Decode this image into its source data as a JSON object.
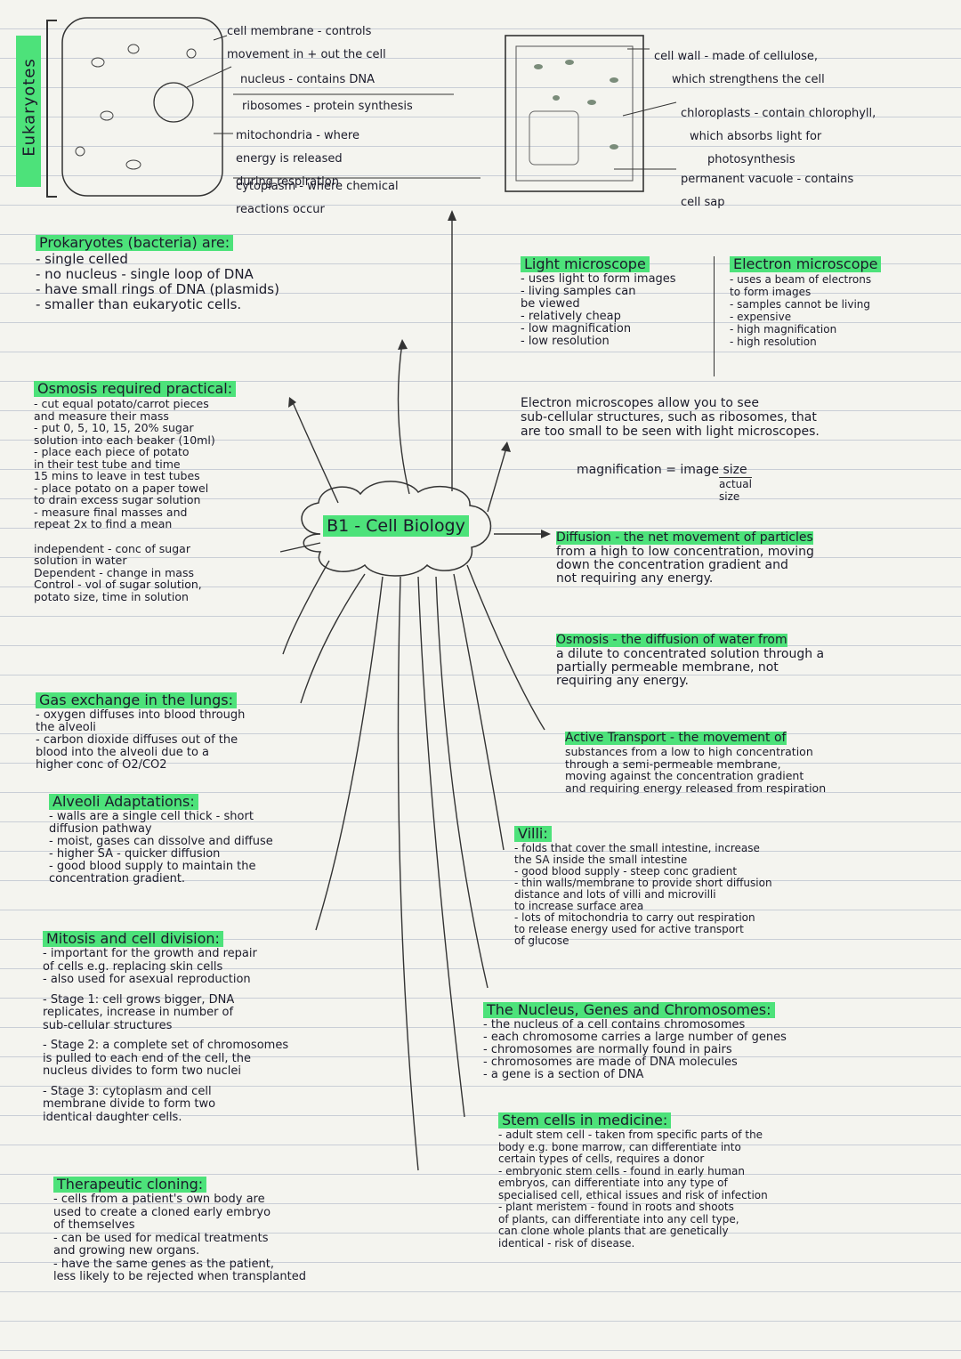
{
  "side_label": "Eukaryotes",
  "animal_cell_labels": [
    [
      "cell membrane - controls",
      "movement in + out the cell"
    ],
    [
      "nucleus - contains DNA"
    ],
    [
      "ribosomes - protein synthesis"
    ],
    [
      "mitochondria - where",
      "energy is released",
      "during respiration"
    ],
    [
      "cytoplasm - where chemical",
      "reactions occur"
    ]
  ],
  "plant_cell_labels": [
    [
      "cell wall - made of cellulose,",
      "which strengthens the cell"
    ],
    [
      "chloroplasts - contain chlorophyll,",
      "which absorbs light for",
      "photosynthesis"
    ],
    [
      "permanent vacuole - contains",
      "cell sap"
    ]
  ],
  "center_title": "B1 - Cell Biology",
  "prokaryotes": {
    "heading": "Prokaryotes (bacteria) are:",
    "lines": [
      "- single celled",
      "- no nucleus - single loop of DNA",
      "- have small rings of DNA (plasmids)",
      "- smaller than eukaryotic cells."
    ]
  },
  "light_microscope": {
    "heading": "Light microscope",
    "lines": [
      "- uses light to form images",
      "- living samples can",
      "  be viewed",
      "- relatively cheap",
      "- low magnification",
      "- low resolution"
    ]
  },
  "electron_microscope": {
    "heading": "Electron microscope",
    "lines": [
      "- uses a beam of electrons",
      "  to form images",
      "- samples cannot be living",
      "- expensive",
      "- high magnification",
      "- high resolution"
    ]
  },
  "electron_note": [
    "Electron microscopes allow you to see",
    "sub-cellular structures, such as ribosomes, that",
    "are too small to be seen with light microscopes."
  ],
  "magnification": {
    "label": "magnification = image size",
    "denominator": "actual size"
  },
  "osmosis_practical": {
    "heading": "Osmosis required practical:",
    "lines": [
      "- cut equal potato/carrot pieces",
      "  and measure their mass",
      "- put 0, 5, 10, 15, 20% sugar",
      "  solution into each beaker (10ml)",
      "- place each piece of potato",
      "  in their test tube and time",
      "  15 mins to leave in test tubes",
      "- place potato on a paper towel",
      "  to drain excess sugar solution",
      "- measure final masses and",
      "  repeat 2x to find a mean",
      "",
      "independent - conc of sugar",
      "  solution in water",
      "Dependent - change in mass",
      "Control - vol of sugar solution,",
      "  potato size, time in solution"
    ]
  },
  "diffusion": {
    "lines": [
      "Diffusion - the net movement of particles",
      "from a high to low concentration, moving",
      "down the concentration gradient and",
      "not requiring any energy."
    ]
  },
  "osmosis": {
    "lines": [
      "Osmosis - the diffusion of water from",
      "a dilute to concentrated solution through a",
      "partially permeable membrane, not",
      "requiring any energy."
    ]
  },
  "active_transport": {
    "lines": [
      "Active Transport - the movement of",
      "substances from a low to high concentration",
      "through a semi-permeable membrane,",
      "moving against the concentration gradient",
      "and requiring energy released from respiration"
    ]
  },
  "gas_exchange": {
    "heading": "Gas exchange in the lungs:",
    "lines": [
      "- oxygen diffuses into blood through",
      "  the alveoli",
      "- carbon dioxide diffuses out of the",
      "  blood into the alveoli due to a",
      "  higher conc of O2/CO2"
    ]
  },
  "alveoli": {
    "heading": "Alveoli Adaptations:",
    "lines": [
      "- walls are a single cell thick - short",
      "  diffusion pathway",
      "- moist, gases can dissolve and diffuse",
      "- higher SA - quicker diffusion",
      "- good blood supply to maintain the",
      "  concentration gradient."
    ]
  },
  "villi": {
    "heading": "Villi:",
    "lines": [
      "- folds that cover the small intestine, increase",
      "  the SA inside the small intestine",
      "- good blood supply - steep conc gradient",
      "- thin walls/membrane to provide short diffusion",
      "  distance and lots of villi and microvilli",
      "  to increase surface area",
      "- lots of mitochondria to carry out respiration",
      "  to release energy used for active transport",
      "  of glucose"
    ]
  },
  "mitosis": {
    "heading": "Mitosis and cell division:",
    "lines": [
      "- important for the growth and repair",
      "  of cells e.g. replacing skin cells",
      "- also used for asexual reproduction",
      "- Stage 1: cell grows bigger, DNA",
      "  replicates, increase in number of",
      "  sub-cellular structures",
      "- Stage 2: a complete set of chromosomes",
      "  is pulled to each end of the cell, the",
      "  nucleus divides to form two nuclei",
      "- Stage 3: cytoplasm and cell",
      "  membrane divide to form two",
      "  identical daughter cells."
    ]
  },
  "nucleus": {
    "heading": "The Nucleus, Genes and Chromosomes:",
    "lines": [
      "- the nucleus of a cell contains chromosomes",
      "- each chromosome carries a large number of genes",
      "- chromosomes are normally found in pairs",
      "- chromosomes are made of DNA molecules",
      "- a gene is a section of DNA"
    ]
  },
  "therapeutic": {
    "heading": "Therapeutic cloning:",
    "lines": [
      "- cells from a patient's own body are",
      "  used to create a cloned early embryo",
      "  of themselves",
      "- can be used for medical treatments",
      "  and growing new organs.",
      "- have the same genes as the patient,",
      "  less likely to be rejected when transplanted"
    ]
  },
  "stem_cells": {
    "heading": "Stem cells in medicine:",
    "lines": [
      "- adult stem cell - taken from specific parts of the",
      "  body e.g. bone marrow, can differentiate into",
      "  certain types of cells, requires a donor",
      "- embryonic stem cells - found in early human",
      "  embryos, can differentiate into any type of",
      "  specialised cell, ethical issues and risk of infection",
      "- plant meristem - found in roots and shoots",
      "  of plants, can differentiate into any cell type,",
      "  can clone whole plants that are genetically",
      "  identical - risk of disease."
    ]
  }
}
